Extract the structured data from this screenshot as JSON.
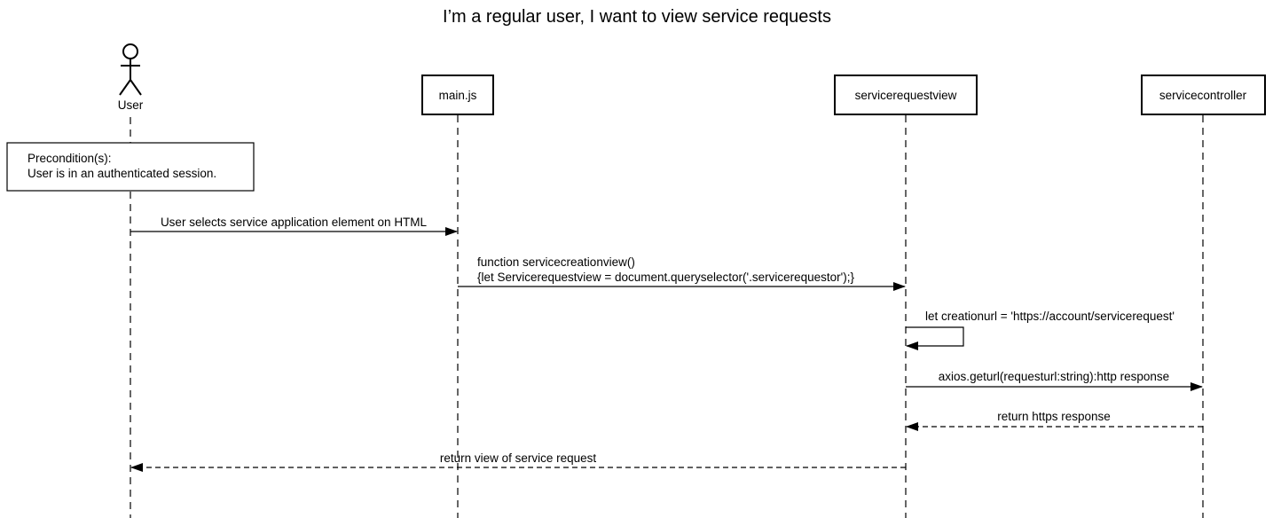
{
  "title": "I’m a regular user, I want to view service requests",
  "actor": {
    "label": "User"
  },
  "participants": [
    {
      "id": "mainjs",
      "label": "main.js"
    },
    {
      "id": "servicerequestview",
      "label": "servicerequestview"
    },
    {
      "id": "servicecontroller",
      "label": "servicecontroller"
    }
  ],
  "precondition": {
    "line1": "Precondition(s):",
    "line2": "User is in an authenticated session."
  },
  "messages": [
    {
      "from": "User",
      "to": "main.js",
      "style": "solid",
      "text": "User selects service application element on HTML"
    },
    {
      "from": "main.js",
      "to": "servicerequestview",
      "style": "solid",
      "line1": "function servicecreationview()",
      "line2": "{let Servicerequestview = document.queryselector('.servicerequestor');}"
    },
    {
      "from": "servicerequestview",
      "to": "servicerequestview",
      "style": "self",
      "text": "let creationurl = 'https://account/servicerequest'"
    },
    {
      "from": "servicerequestview",
      "to": "servicecontroller",
      "style": "solid",
      "text": "axios.geturl(requesturl:string):http response"
    },
    {
      "from": "servicecontroller",
      "to": "servicerequestview",
      "style": "dashed",
      "text": "return https response"
    },
    {
      "from": "servicerequestview",
      "to": "User",
      "style": "dashed",
      "text": "return view of service request"
    }
  ]
}
